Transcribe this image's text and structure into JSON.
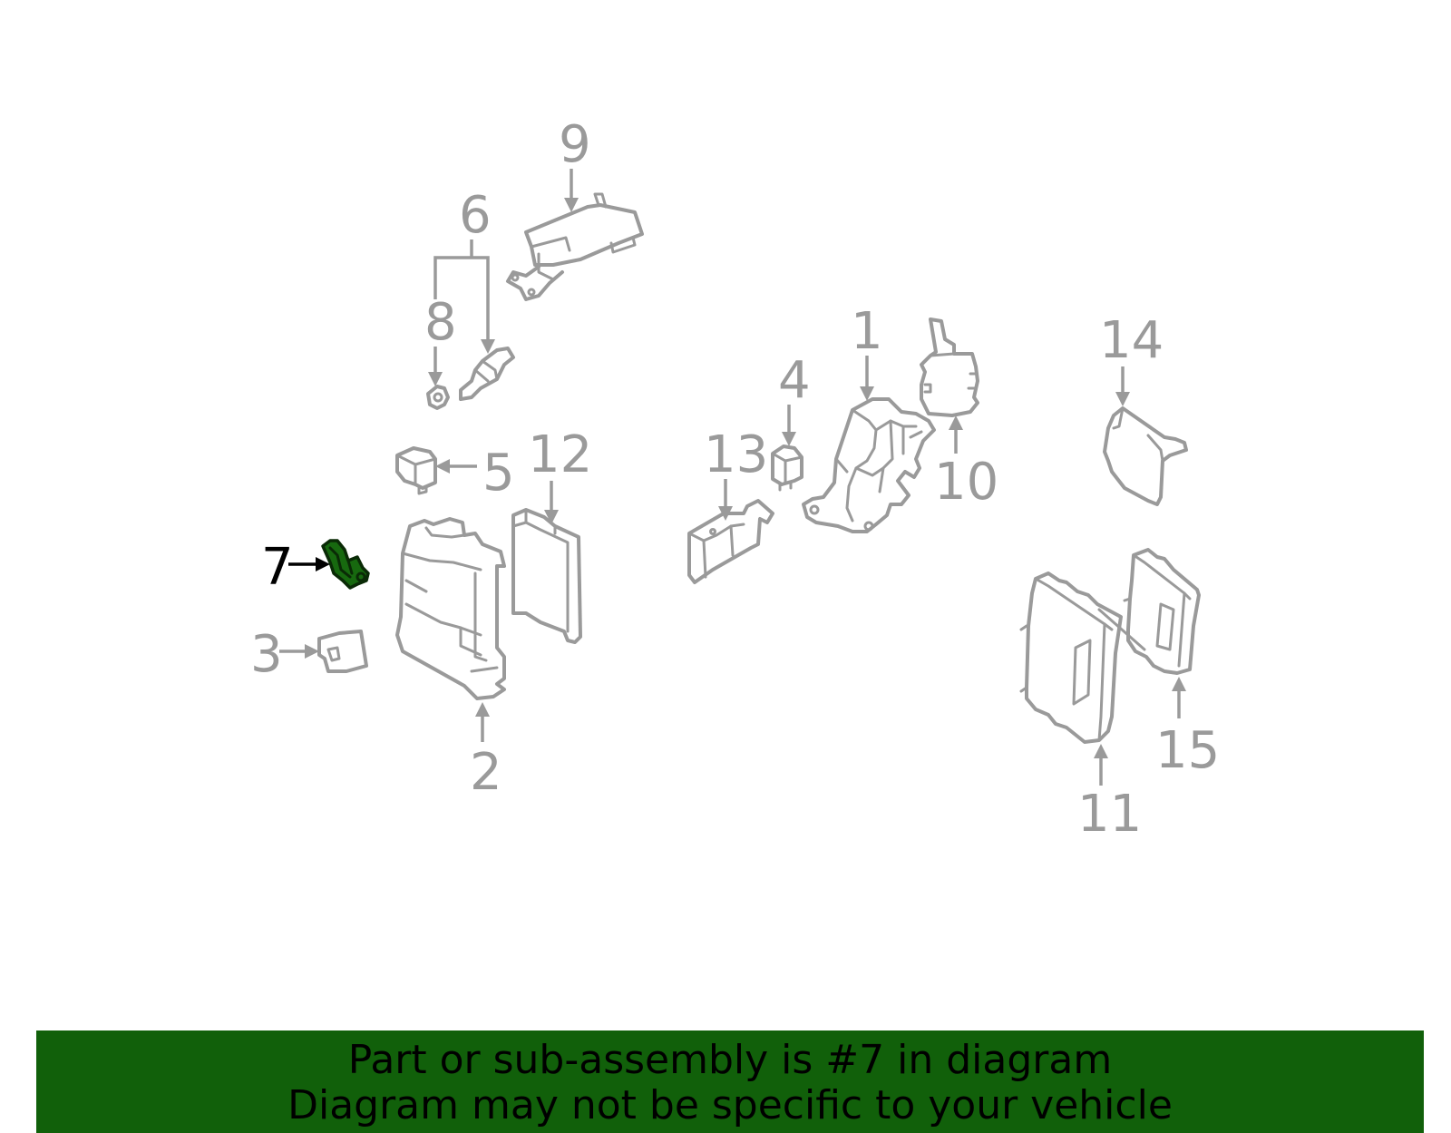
{
  "diagram": {
    "callouts": [
      "1",
      "2",
      "3",
      "4",
      "5",
      "6",
      "7",
      "8",
      "9",
      "10",
      "11",
      "12",
      "13",
      "14",
      "15"
    ],
    "highlighted_callout": "7",
    "colors": {
      "part_outline": "#9a9a9a",
      "highlight_fill": "#17690f",
      "highlight_label": "#000000"
    }
  },
  "banner": {
    "line1": "Part or sub-assembly is #7 in diagram",
    "line2": "Diagram may not be specific to your vehicle",
    "background": "#11600a"
  }
}
